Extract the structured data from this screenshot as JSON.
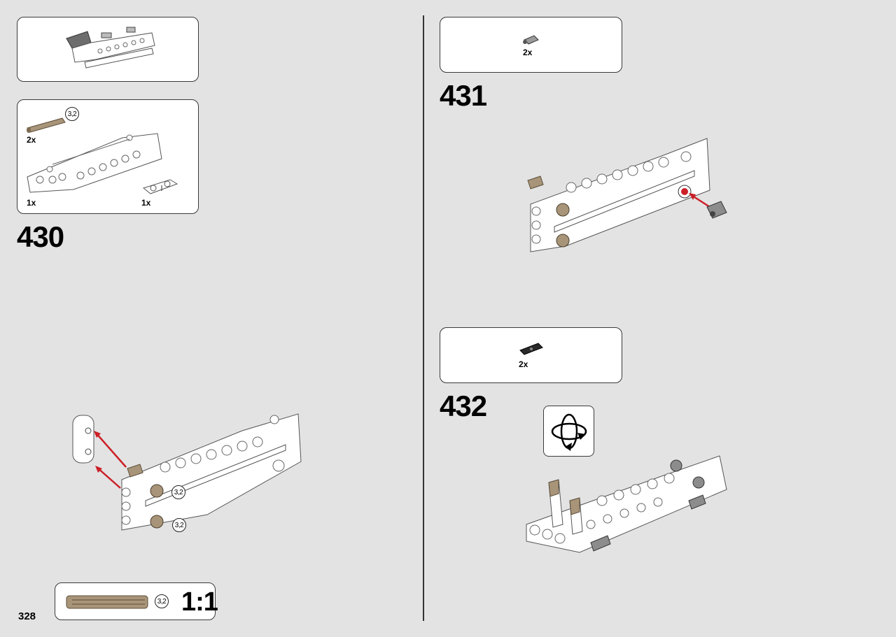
{
  "page": {
    "number": "328"
  },
  "steps": [
    {
      "number": "430",
      "parts": [
        {
          "quantity": "2x",
          "size": "3,2"
        },
        {
          "quantity": "1x"
        },
        {
          "quantity": "1x"
        }
      ]
    },
    {
      "number": "431",
      "parts": [
        {
          "quantity": "2x"
        }
      ]
    },
    {
      "number": "432",
      "parts": [
        {
          "quantity": "2x"
        }
      ]
    }
  ],
  "callouts": {
    "axle_size_a": "3,2",
    "axle_size_b": "3,2"
  },
  "ruler": {
    "size": "3,2",
    "scale": "1:1"
  },
  "icons": {
    "rotate": "rotate-model-icon"
  },
  "colors": {
    "assembly_arrow": "#cc1f27",
    "axle_tan": "#a89478",
    "background": "#e3e3e3"
  }
}
